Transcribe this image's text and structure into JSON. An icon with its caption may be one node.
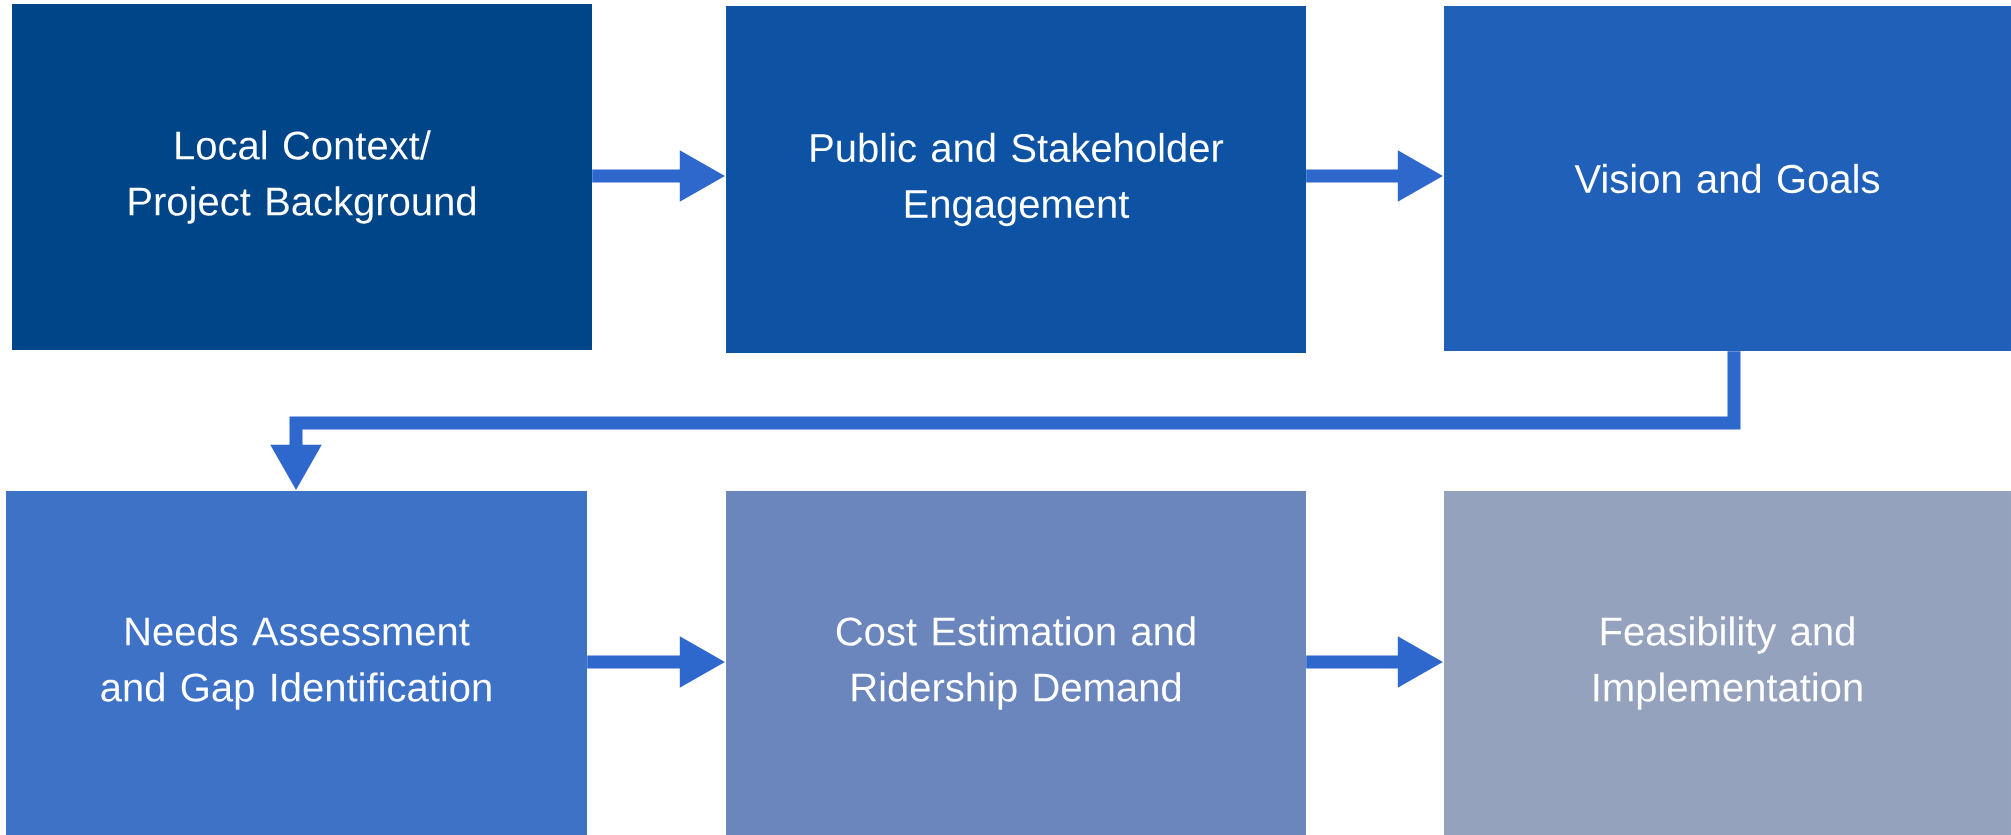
{
  "diagram": {
    "nodes": [
      {
        "text": [
          "Local Context/ Project Background"
        ]
      },
      {
        "text": [
          "Public and Stakeholder Engagement"
        ]
      },
      {
        "text": [
          "Vision and Goals"
        ]
      },
      {
        "text": [
          "Needs Assessment and Gap Identification"
        ]
      },
      {
        "text": [
          "Cost Estimation and Ridership Demand"
        ]
      },
      {
        "text": [
          "Feasibility and Implementation"
        ]
      }
    ],
    "edges": [
      {
        "from": 0,
        "to": 1,
        "arrow": "to"
      },
      {
        "from": 1,
        "to": 2,
        "arrow": "to"
      },
      {
        "from": 2,
        "to": 3,
        "arrow": "to"
      },
      {
        "from": 3,
        "to": 4,
        "arrow": "to"
      },
      {
        "from": 4,
        "to": 5,
        "arrow": "to"
      }
    ]
  }
}
